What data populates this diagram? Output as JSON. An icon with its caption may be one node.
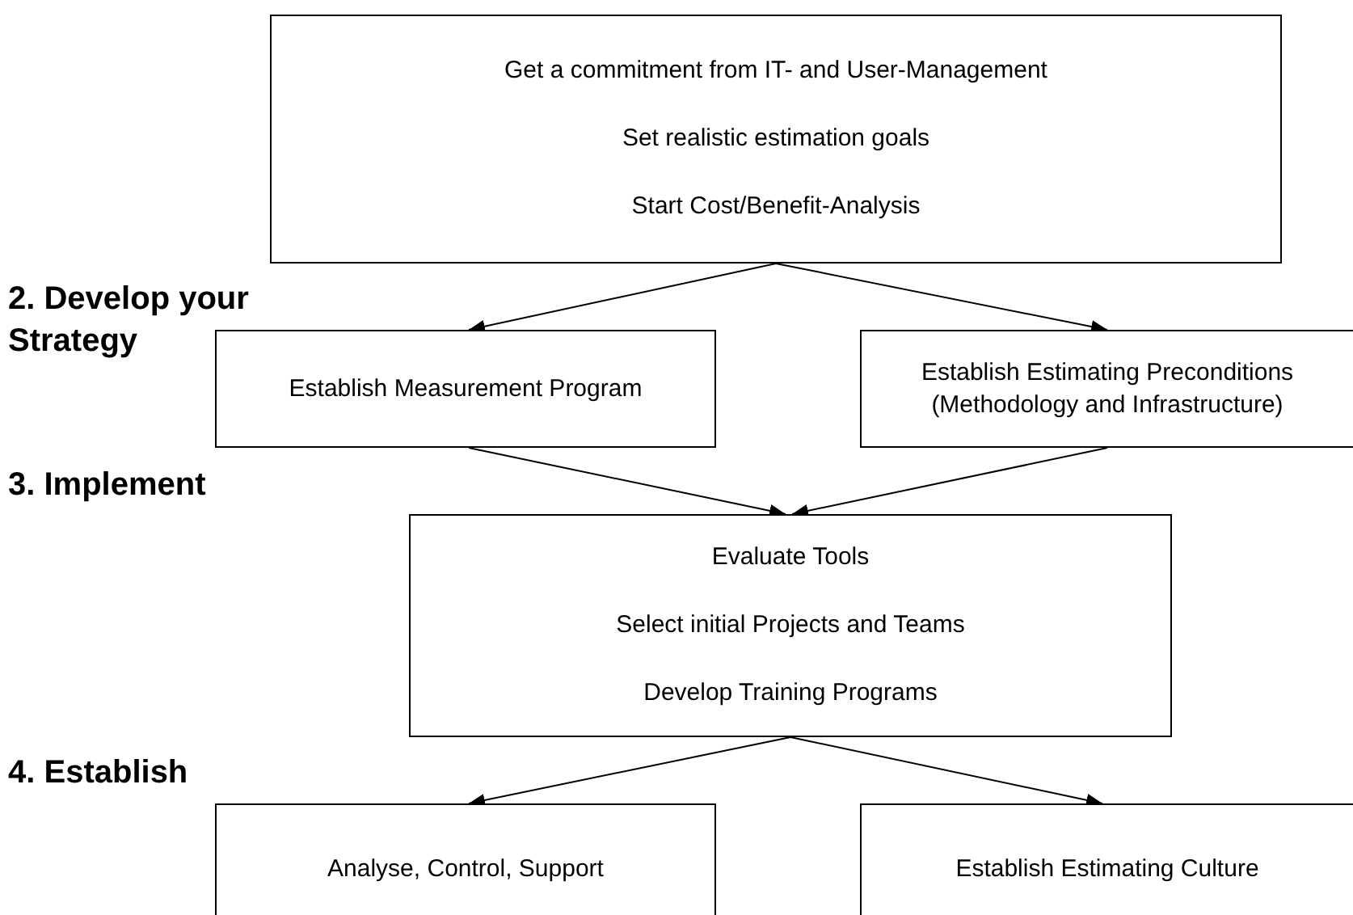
{
  "diagram": {
    "nodes": [
      {
        "text": [
          "Get a commitment from IT- and User-Management",
          "Set realistic estimation goals",
          "Start Cost/Benefit-Analysis"
        ]
      },
      {
        "text": [
          "Establish Measurement Program"
        ]
      },
      {
        "text": [
          "Establish Estimating Preconditions (Methodology and Infrastructure)"
        ]
      },
      {
        "text": [
          "Evaluate Tools",
          "Select initial Projects and Teams",
          "Develop Training Programs"
        ]
      },
      {
        "text": [
          "Analyse, Control, Support"
        ]
      },
      {
        "text": [
          "Establish Estimating Culture"
        ]
      }
    ],
    "edges": [
      {
        "from": 0,
        "to": 1,
        "arrow": "to"
      },
      {
        "from": 0,
        "to": 2,
        "arrow": "to"
      },
      {
        "from": 1,
        "to": 3,
        "arrow": "to"
      },
      {
        "from": 2,
        "to": 3,
        "arrow": "to"
      },
      {
        "from": 3,
        "to": 4,
        "arrow": "to"
      },
      {
        "from": 3,
        "to": 5,
        "arrow": "to"
      }
    ],
    "labels": [
      "2. Develop your Strategy",
      "3. Implement",
      "4. Establish"
    ]
  }
}
